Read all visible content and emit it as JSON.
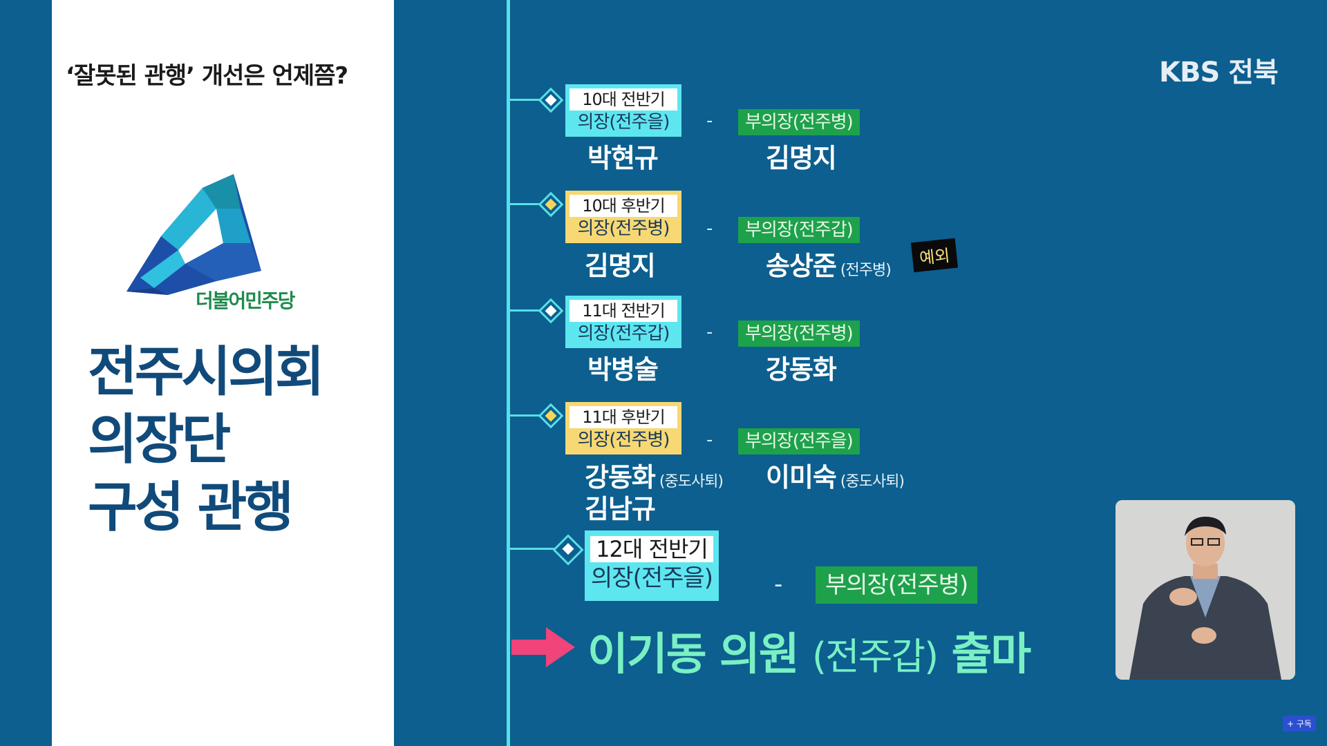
{
  "left": {
    "headline": "‘잘못된 관행’ 개선은 언제쯤?",
    "party_name": "더불어민주당",
    "title_lines": [
      "전주시의회",
      "의장단",
      "구성 관행"
    ]
  },
  "broadcaster": "KBS 전북",
  "entries": [
    {
      "term": "10대 전반기",
      "chair_role": "의장(전주을)",
      "chair_name": "박현규",
      "dash": "-",
      "vice_role": "부의장(전주병)",
      "vice_name": "김명지"
    },
    {
      "term": "10대 후반기",
      "chair_role": "의장(전주병)",
      "chair_name": "김명지",
      "dash": "-",
      "vice_role": "부의장(전주갑)",
      "vice_name": "송상준",
      "vice_note": "(전주병)",
      "exception_label": "예외"
    },
    {
      "term": "11대 전반기",
      "chair_role": "의장(전주갑)",
      "chair_name": "박병술",
      "dash": "-",
      "vice_role": "부의장(전주병)",
      "vice_name": "강동화"
    },
    {
      "term": "11대 후반기",
      "chair_role": "의장(전주병)",
      "chair_name": "강동화",
      "chair_note": "(중도사퇴)",
      "chair_name2": "김남규",
      "dash": "-",
      "vice_role": "부의장(전주을)",
      "vice_name": "이미숙",
      "vice_note": "(중도사퇴)"
    }
  ],
  "current": {
    "term": "12대 전반기",
    "chair_role": "의장(전주을)",
    "dash": "-",
    "vice_role": "부의장(전주병)",
    "highlight_name": "이기동 의원",
    "highlight_district": "(전주갑)",
    "highlight_action": "출마"
  },
  "subscribe_label": "+ 구독",
  "colors": {
    "background": "#0c5f8f",
    "timeline": "#57e0e6",
    "cyan": "#5ee6f0",
    "yellow": "#f7d873",
    "green": "#1ea14b",
    "arrow": "#f0447a"
  }
}
